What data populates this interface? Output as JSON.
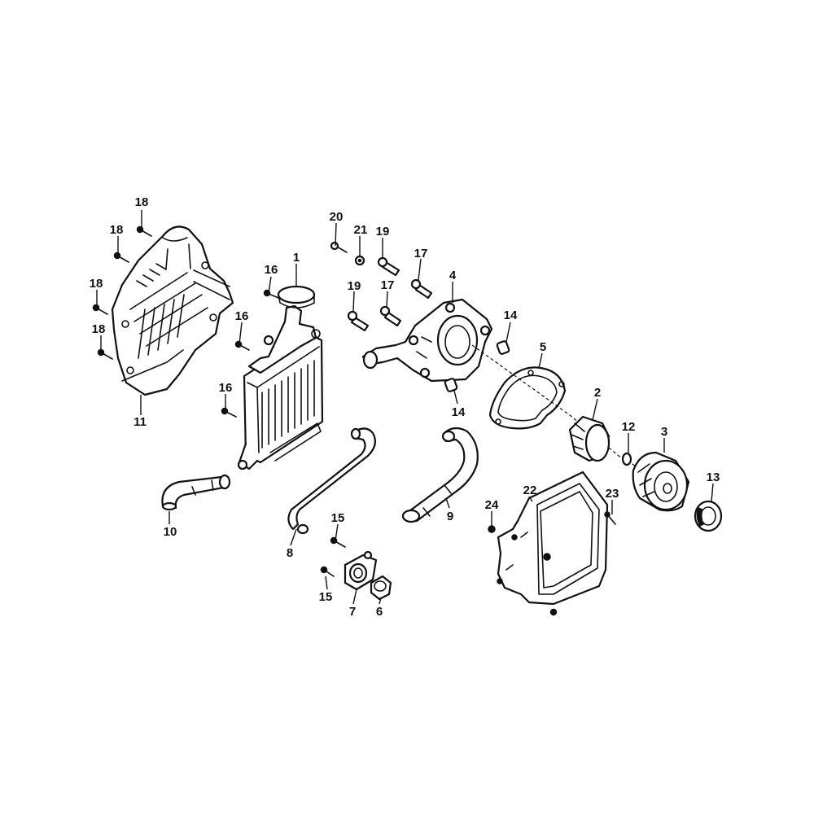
{
  "callouts": [
    {
      "id": "c1",
      "text": "1"
    },
    {
      "id": "c2",
      "text": "2"
    },
    {
      "id": "c3",
      "text": "3"
    },
    {
      "id": "c4",
      "text": "4"
    },
    {
      "id": "c5",
      "text": "5"
    },
    {
      "id": "c6",
      "text": "6"
    },
    {
      "id": "c7",
      "text": "7"
    },
    {
      "id": "c8",
      "text": "8"
    },
    {
      "id": "c9",
      "text": "9"
    },
    {
      "id": "c10",
      "text": "10"
    },
    {
      "id": "c11",
      "text": "11"
    },
    {
      "id": "c12",
      "text": "12"
    },
    {
      "id": "c13",
      "text": "13"
    },
    {
      "id": "c14a",
      "text": "14"
    },
    {
      "id": "c14b",
      "text": "14"
    },
    {
      "id": "c15a",
      "text": "15"
    },
    {
      "id": "c15b",
      "text": "15"
    },
    {
      "id": "c16a",
      "text": "16"
    },
    {
      "id": "c16b",
      "text": "16"
    },
    {
      "id": "c16c",
      "text": "16"
    },
    {
      "id": "c17a",
      "text": "17"
    },
    {
      "id": "c17b",
      "text": "17"
    },
    {
      "id": "c18a",
      "text": "18"
    },
    {
      "id": "c18b",
      "text": "18"
    },
    {
      "id": "c18c",
      "text": "18"
    },
    {
      "id": "c18d",
      "text": "18"
    },
    {
      "id": "c19a",
      "text": "19"
    },
    {
      "id": "c19b",
      "text": "19"
    },
    {
      "id": "c20",
      "text": "20"
    },
    {
      "id": "c21",
      "text": "21"
    },
    {
      "id": "c22",
      "text": "22"
    },
    {
      "id": "c23",
      "text": "23"
    },
    {
      "id": "c24",
      "text": "24"
    }
  ]
}
